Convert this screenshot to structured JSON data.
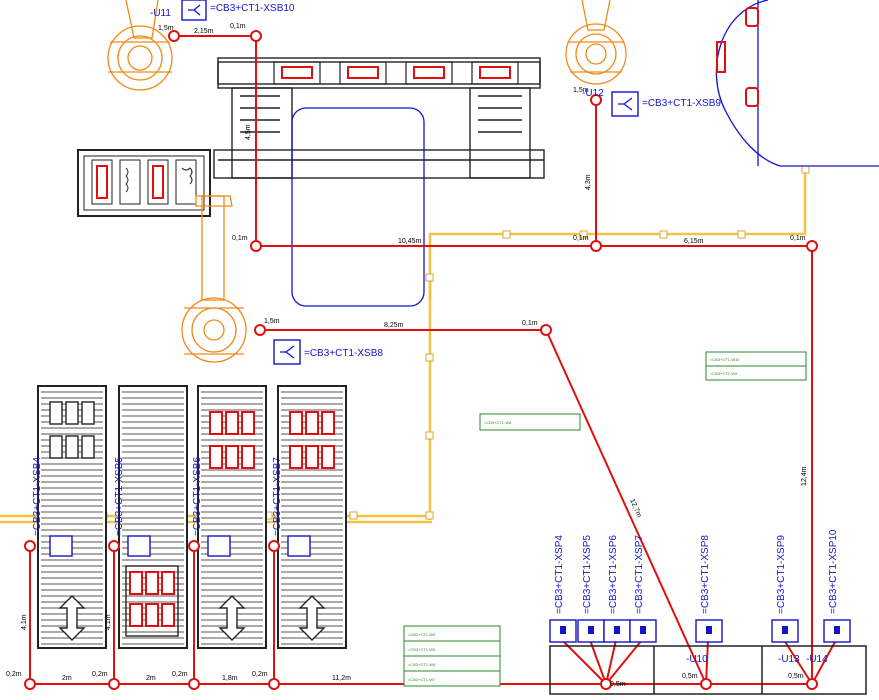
{
  "labels": {
    "u11": "-U11",
    "u12": "-U12",
    "u10": "-U10",
    "u13": "-U13",
    "u14": "-U14",
    "xsb10": "=CB3+CT1-XSB10",
    "xsb9": "=CB3+CT1-XSB9",
    "xsb8": "=CB3+CT1-XSB8",
    "xsb4": "=CB3+CT1-XSB4",
    "xsb5": "=CB3+CT1-XSB5",
    "xsb6": "=CB3+CT1-XSB6",
    "xsb7": "=CB3+CT1-XSB7",
    "xsp4": "=CB3+CT1-XSP4",
    "xsp5": "=CB3+CT1-XSP5",
    "xsp6": "=CB3+CT1-XSP6",
    "xsp7": "=CB3+CT1-XSP7",
    "xsp8": "=CB3+CT1-XSP8",
    "xsp9": "=CB3+CT1-XSP9",
    "xsp10": "=CB3+CT1-XSP10"
  },
  "lengths": {
    "l_1_5m_a": "1,5m",
    "l_2_15m": "2,15m",
    "l_0_1m_a": "0,1m",
    "l_4_5m": "4,5m",
    "l_0_1m_b": "0,1m",
    "l_10_45m": "10,45m",
    "l_0_1m_c": "0,1m",
    "l_6_15m": "6,15m",
    "l_0_1m_d": "0,1m",
    "l_4_3m": "4,3m",
    "l_1_5m_b": "1,5m",
    "l_1_5m_c": "1,5m",
    "l_8_25m": "8,25m",
    "l_0_1m_e": "0,1m",
    "l_12_7m": "12,7m",
    "l_12_4m": "12,4m",
    "l_4_1m_a": "4,1m",
    "l_4_1m_b": "4,1m",
    "l_0_2m_a": "0,2m",
    "l_2m_a": "2m",
    "l_0_2m_b": "0,2m",
    "l_2m_b": "2m",
    "l_0_2m_c": "0,2m",
    "l_1_8m": "1,8m",
    "l_0_2m_d": "0,2m",
    "l_11_2m": "11,2m",
    "l_0_5m_a": "0,5m",
    "l_0_5m_b": "0,5m",
    "l_0_5m_c": "0,5m"
  },
  "note_boxes": {
    "box_right": [
      "=CB3+CT1-W10",
      "=CB3+CT1-W9"
    ],
    "box_mid": [
      "=CB3+CT1-W8"
    ],
    "box_bottom": [
      "=CB3+CT1-W4",
      "=CB3+CT1-W5",
      "=CB3+CT1-W6",
      "=CB3+CT1-W7"
    ]
  },
  "colors": {
    "cable": "#e01010",
    "tray": "#f2c243",
    "robot": "#f08a1a",
    "device": "#1515c8",
    "structure": "#222222"
  }
}
